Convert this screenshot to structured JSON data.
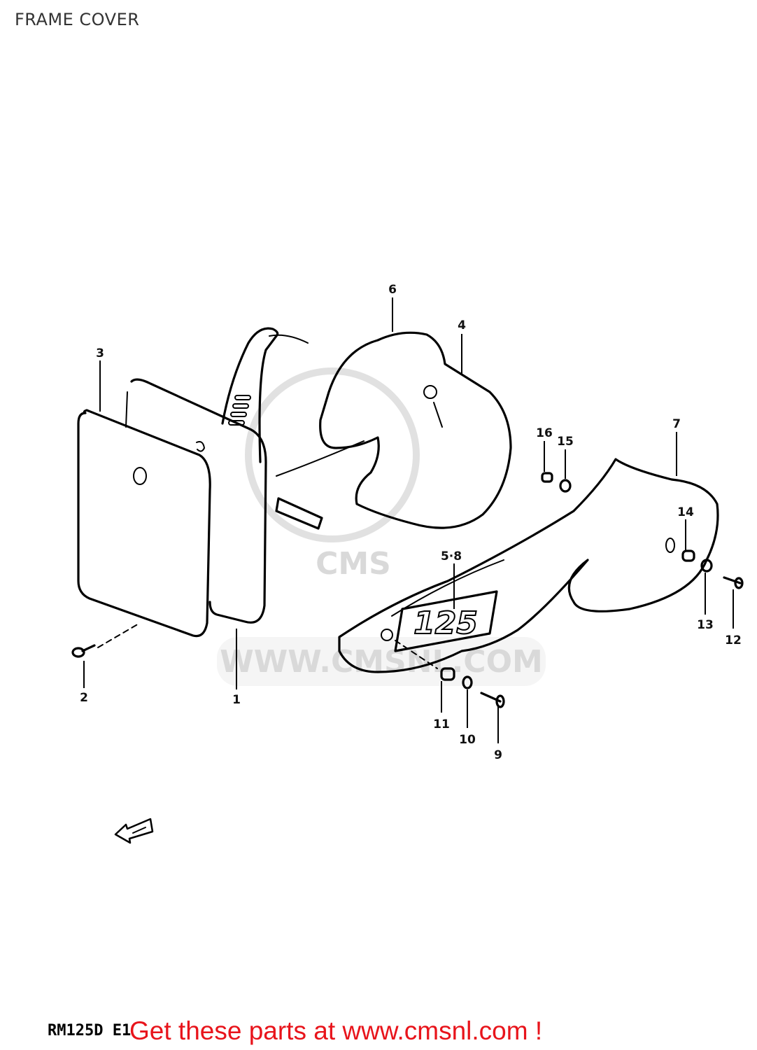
{
  "title": "FRAME COVER",
  "callouts": {
    "c1": "1",
    "c2": "2",
    "c3": "3",
    "c4": "4",
    "c5_8": "5·8",
    "c6": "6",
    "c7": "7",
    "c9": "9",
    "c10": "10",
    "c11": "11",
    "c12": "12",
    "c13": "13",
    "c14": "14",
    "c15": "15",
    "c16": "16"
  },
  "decal_text": "125",
  "watermark": {
    "text": "WWW.CMSNL.COM",
    "logo": "CMS"
  },
  "footer": {
    "model_code": "RM125D  E1",
    "promo": "Get these parts at www.cmsnl.com !",
    "promo_color": "#e8141b"
  }
}
